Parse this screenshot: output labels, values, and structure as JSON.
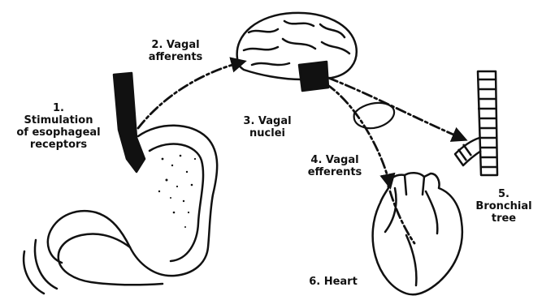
{
  "labels": {
    "esophageal": [
      "1.",
      "Stimulation",
      "of esophageal",
      "receptors"
    ],
    "vagal_afferents_top": [
      "2. Vagal",
      "afferents"
    ],
    "vagal_nuclei": [
      "3. Vagal",
      "nuclei"
    ],
    "vagal_efferents": [
      "4. Vagal",
      "efferents"
    ],
    "bronchial_tree": [
      "5.",
      "Bronchial",
      "tree"
    ],
    "heart": "6. Heart"
  },
  "colors": {
    "ink": "#111111",
    "background": "#ffffff"
  }
}
